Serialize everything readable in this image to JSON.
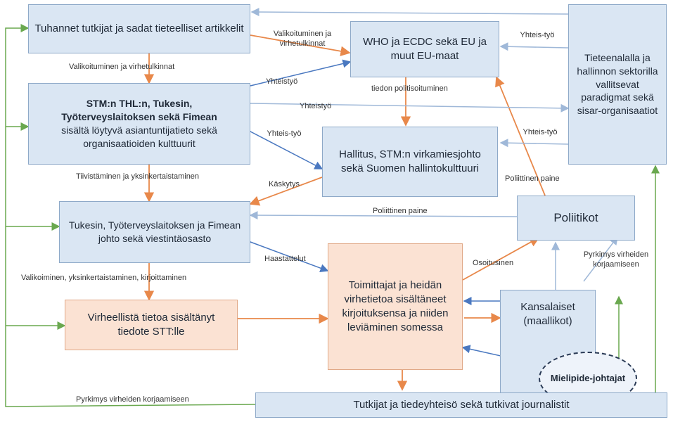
{
  "boxes": {
    "researchers": "Tuhannet tutkijat ja sadat tieteelliset artikkelit",
    "who": "WHO ja ECDC sekä EU ja muut EU-maat",
    "paradigms": "Tieteenalalla ja hallinnon sektorilla vallitsevat paradigmat sekä sisar-organisaatiot",
    "stm_line1": "STM:n THL:n, Tukesin,",
    "stm_line2": "Työterveyslaitoksen sekä Fimean",
    "stm_line3": "sisältä löytyvä asiantuntijatieto sekä organisaatioiden kulttuurit",
    "government": "Hallitus, STM:n virkamiesjohto sekä Suomen hallintokulttuuri",
    "tukes_mgmt": "Tukesin, Työterveyslaitoksen ja Fimean johto sekä viestintäosasto",
    "politicians": "Poliitikot",
    "journalists": "Toimittajat ja heidän virhetietoa sisältäneet kirjoituksensa ja niiden leviäminen somessa",
    "press_release": "Virheellistä tietoa sisältänyt tiedote STT:lle",
    "citizens": "Kansalaiset (maallikot)",
    "opinion_leaders": "Mielipide-johtajat",
    "research_community": "Tutkijat ja tiedeyhteisö sekä tutkivat journalistit"
  },
  "labels": {
    "selection_simplification": "Valikoituminen ja virhetulkinnat",
    "selection_errors2": "Valikoituminen ja virhetulkinnat",
    "cooperation1": "Yhteistyö",
    "cooperation2": "Yhteistyö",
    "cooperation3": "Yhteis-työ",
    "cooperation4": "Yhteis-työ",
    "cooperation5": "Yhteis-työ",
    "knowledge_politics": "tiedon politisoituminen",
    "communication": "Tiivistäminen ja yksinkertaistaminen",
    "order": "Käskytys",
    "political_pressure1": "Poliittinen paine",
    "political_pressure2": "Poliittinen paine",
    "selection_writing": "Valikoiminen, yksinkertaistaminen, kirjoittaminen",
    "statements": "Haastattelut",
    "opinions": "Osoitusinen",
    "correction_attempts1": "Pyrkimys virheiden korjaamiseen",
    "correction_attempts2": "Pyrkimys virheiden korjaamiseen"
  }
}
